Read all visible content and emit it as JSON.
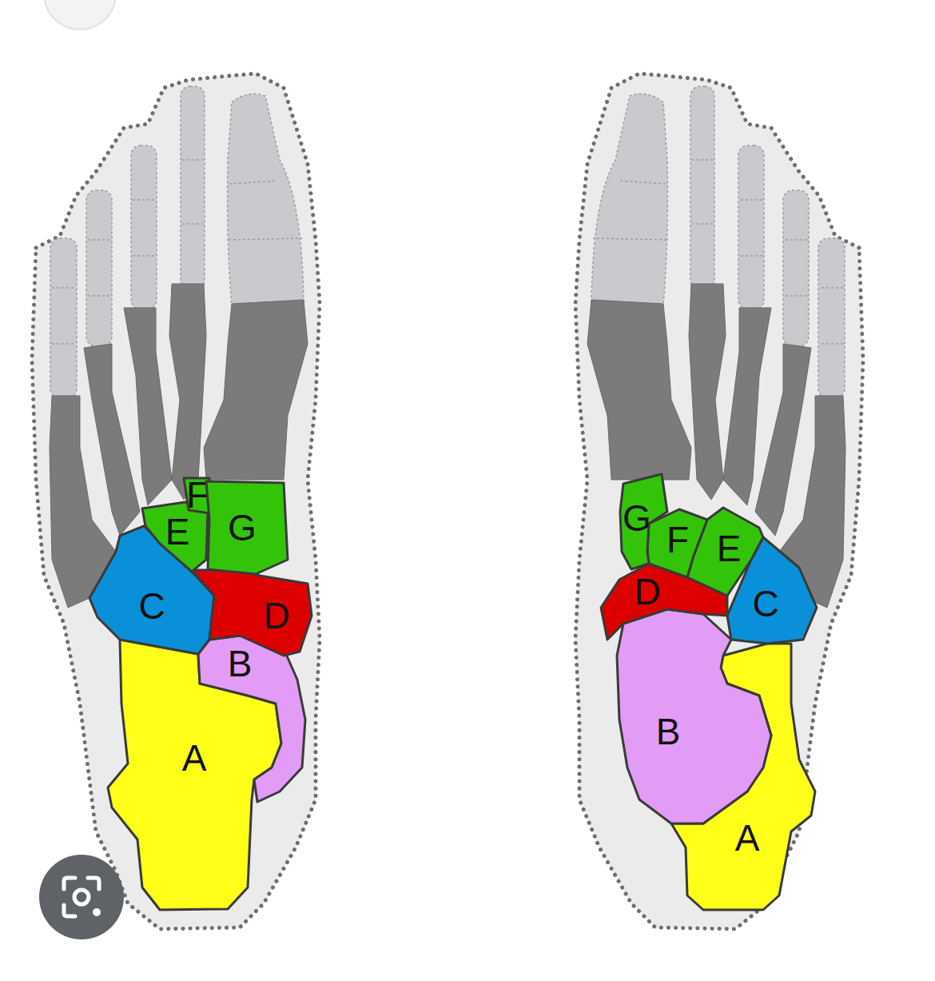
{
  "diagram": {
    "nodes": [
      {
        "text": [
          "A"
        ]
      },
      {
        "text": [
          "B"
        ]
      },
      {
        "text": [
          "C"
        ]
      },
      {
        "text": [
          "D"
        ]
      },
      {
        "text": [
          "E"
        ]
      },
      {
        "text": [
          "F"
        ]
      },
      {
        "text": [
          "G"
        ]
      },
      {
        "text": [
          "A"
        ]
      },
      {
        "text": [
          "B"
        ]
      },
      {
        "text": [
          "C"
        ]
      },
      {
        "text": [
          "D"
        ]
      },
      {
        "text": [
          "E"
        ]
      },
      {
        "text": [
          "F"
        ]
      },
      {
        "text": [
          "G"
        ]
      }
    ]
  }
}
